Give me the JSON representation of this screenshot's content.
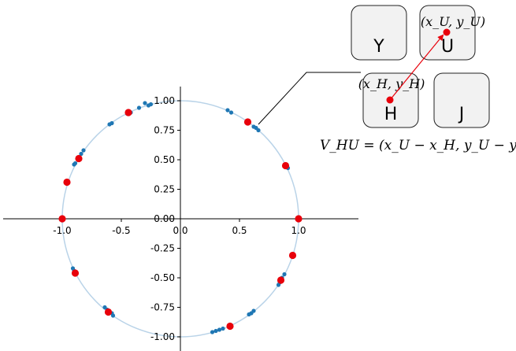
{
  "chart_data": {
    "type": "scatter",
    "xlim": [
      -1.5,
      1.5
    ],
    "ylim": [
      -1.1,
      1.1
    ],
    "x_ticks": [
      "-1.0",
      "-0.5",
      "0.0",
      "0.5",
      "1.0"
    ],
    "y_ticks": [
      "1.00",
      "0.75",
      "0.50",
      "0.25",
      "0.00",
      "-0.25",
      "-0.50",
      "-0.75",
      "-1.00"
    ],
    "unit_circle": true,
    "colors": {
      "circle": "#b9d3e8",
      "embedding_points": "#1f77b4",
      "key_points": "#e8000b"
    },
    "series": [
      {
        "role": "embedding_points",
        "points": [
          [
            -0.3,
            0.98
          ],
          [
            -0.27,
            0.96
          ],
          [
            -0.25,
            0.97
          ],
          [
            -0.35,
            0.94
          ],
          [
            -0.6,
            0.8
          ],
          [
            -0.58,
            0.81
          ],
          [
            -0.45,
            0.89
          ],
          [
            -0.42,
            0.9
          ],
          [
            -0.82,
            0.58
          ],
          [
            -0.84,
            0.55
          ],
          [
            -0.9,
            0.46
          ],
          [
            -0.89,
            0.47
          ],
          [
            -0.91,
            -0.42
          ],
          [
            -0.9,
            -0.44
          ],
          [
            -0.64,
            -0.75
          ],
          [
            -0.62,
            -0.77
          ],
          [
            -0.58,
            -0.8
          ],
          [
            -0.57,
            -0.82
          ],
          [
            0.4,
            0.92
          ],
          [
            0.43,
            0.9
          ],
          [
            0.62,
            0.78
          ],
          [
            0.64,
            0.77
          ],
          [
            0.66,
            0.75
          ],
          [
            0.9,
            0.45
          ],
          [
            0.91,
            0.43
          ],
          [
            0.88,
            -0.47
          ],
          [
            0.86,
            -0.5
          ],
          [
            0.84,
            -0.54
          ],
          [
            0.83,
            -0.56
          ],
          [
            0.58,
            -0.81
          ],
          [
            0.6,
            -0.8
          ],
          [
            0.62,
            -0.78
          ],
          [
            0.3,
            -0.95
          ],
          [
            0.33,
            -0.94
          ],
          [
            0.27,
            -0.96
          ],
          [
            0.36,
            -0.93
          ]
        ]
      },
      {
        "role": "key_points",
        "points": [
          [
            -0.44,
            0.9
          ],
          [
            -0.86,
            0.51
          ],
          [
            -0.96,
            0.31
          ],
          [
            -1.0,
            0.0
          ],
          [
            -0.89,
            -0.46
          ],
          [
            -0.61,
            -0.79
          ],
          [
            0.42,
            -0.91
          ],
          [
            0.85,
            -0.52
          ],
          [
            0.95,
            -0.31
          ],
          [
            1.0,
            0.0
          ],
          [
            0.89,
            0.45
          ],
          [
            0.57,
            0.82
          ]
        ]
      }
    ]
  },
  "keyboard": {
    "keys": [
      {
        "id": "Y",
        "label": "Y"
      },
      {
        "id": "U",
        "label": "U",
        "annotation": "(x_U, y_U)"
      },
      {
        "id": "H",
        "label": "H",
        "annotation": "(x_H, y_H)"
      },
      {
        "id": "J",
        "label": "J"
      }
    ],
    "vector_label": "V_HU = (x_U − x_H, y_U − y_h)",
    "arrow_color": "#e8000b"
  }
}
